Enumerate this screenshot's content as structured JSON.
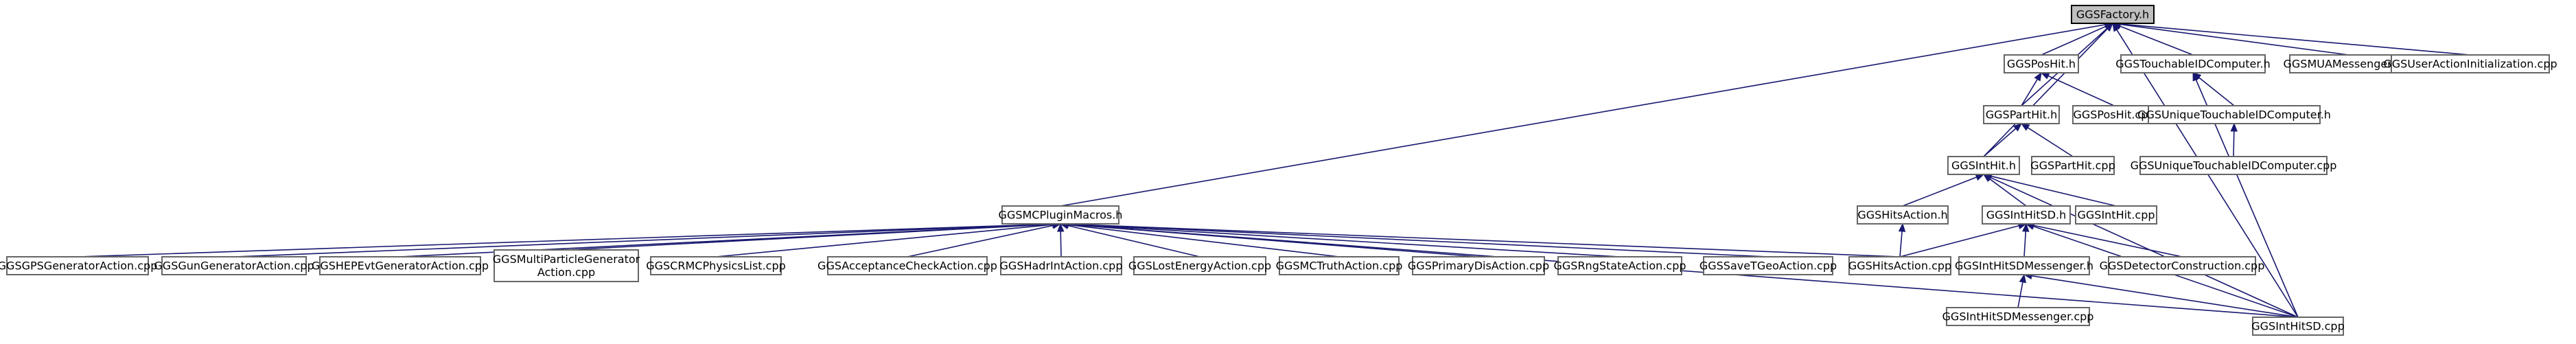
{
  "diagram": {
    "nodes": [
      {
        "id": "factory",
        "lines": [
          "GGSFactory.h"
        ],
        "root": true
      },
      {
        "id": "poshit_h",
        "lines": [
          "GGSPosHit.h"
        ]
      },
      {
        "id": "touchable_h",
        "lines": [
          "GGSTouchableIDComputer.h"
        ]
      },
      {
        "id": "mua",
        "lines": [
          "GGSMUAMessenger.cpp"
        ]
      },
      {
        "id": "userinit",
        "lines": [
          "GGSUserActionInitialization.cpp"
        ]
      },
      {
        "id": "parthit_h",
        "lines": [
          "GGSPartHit.h"
        ]
      },
      {
        "id": "poshit_cpp",
        "lines": [
          "GGSPosHit.cpp"
        ]
      },
      {
        "id": "uniq_h",
        "lines": [
          "GGSUniqueTouchableIDComputer.h"
        ]
      },
      {
        "id": "inthit_h",
        "lines": [
          "GGSIntHit.h"
        ]
      },
      {
        "id": "parthit_cpp",
        "lines": [
          "GGSPartHit.cpp"
        ]
      },
      {
        "id": "uniq_cpp",
        "lines": [
          "GGSUniqueTouchableIDComputer.cpp"
        ]
      },
      {
        "id": "mcplugin",
        "lines": [
          "GGSMCPluginMacros.h"
        ]
      },
      {
        "id": "hitsaction_h",
        "lines": [
          "GGSHitsAction.h"
        ]
      },
      {
        "id": "inthitsd_h",
        "lines": [
          "GGSIntHitSD.h"
        ]
      },
      {
        "id": "inthit_cpp",
        "lines": [
          "GGSIntHit.cpp"
        ]
      },
      {
        "id": "gps",
        "lines": [
          "GGSGPSGeneratorAction.cpp"
        ]
      },
      {
        "id": "gun",
        "lines": [
          "GGSGunGeneratorAction.cpp"
        ]
      },
      {
        "id": "hepevt",
        "lines": [
          "GGSHEPEvtGeneratorAction.cpp"
        ]
      },
      {
        "id": "multi",
        "lines": [
          "GGSMultiParticleGenerator",
          "Action.cpp"
        ]
      },
      {
        "id": "physlist",
        "lines": [
          "GGSCRMCPhysicsList.cpp"
        ]
      },
      {
        "id": "acccheck",
        "lines": [
          "GGSAcceptanceCheckAction.cpp"
        ]
      },
      {
        "id": "hadrint",
        "lines": [
          "GGSHadrIntAction.cpp"
        ]
      },
      {
        "id": "lostenergy",
        "lines": [
          "GGSLostEnergyAction.cpp"
        ]
      },
      {
        "id": "mctruth",
        "lines": [
          "GGSMCTruthAction.cpp"
        ]
      },
      {
        "id": "primdis",
        "lines": [
          "GGSPrimaryDisAction.cpp"
        ]
      },
      {
        "id": "rngstate",
        "lines": [
          "GGSRngStateAction.cpp"
        ]
      },
      {
        "id": "savetgeo",
        "lines": [
          "GGSSaveTGeoAction.cpp"
        ]
      },
      {
        "id": "hitsaction_cpp",
        "lines": [
          "GGSHitsAction.cpp"
        ]
      },
      {
        "id": "sdmessenger_h",
        "lines": [
          "GGSIntHitSDMessenger.h"
        ]
      },
      {
        "id": "detconst",
        "lines": [
          "GGSDetectorConstruction.cpp"
        ]
      },
      {
        "id": "sdmessenger_cpp",
        "lines": [
          "GGSIntHitSDMessenger.cpp"
        ]
      },
      {
        "id": "inthitsd_cpp",
        "lines": [
          "GGSIntHitSD.cpp"
        ]
      }
    ],
    "edges": [
      [
        "poshit_h",
        "factory"
      ],
      [
        "touchable_h",
        "factory"
      ],
      [
        "mua",
        "factory"
      ],
      [
        "userinit",
        "factory"
      ],
      [
        "parthit_h",
        "factory"
      ],
      [
        "inthit_h",
        "factory"
      ],
      [
        "mcplugin",
        "factory"
      ],
      [
        "inthitsd_cpp",
        "factory"
      ],
      [
        "parthit_h",
        "poshit_h"
      ],
      [
        "poshit_cpp",
        "poshit_h"
      ],
      [
        "uniq_h",
        "touchable_h"
      ],
      [
        "inthitsd_cpp",
        "touchable_h"
      ],
      [
        "inthit_h",
        "parthit_h"
      ],
      [
        "parthit_cpp",
        "parthit_h"
      ],
      [
        "uniq_cpp",
        "uniq_h"
      ],
      [
        "hitsaction_h",
        "inthit_h"
      ],
      [
        "inthitsd_h",
        "inthit_h"
      ],
      [
        "inthit_cpp",
        "inthit_h"
      ],
      [
        "inthitsd_cpp",
        "inthit_h"
      ],
      [
        "gps",
        "mcplugin"
      ],
      [
        "gun",
        "mcplugin"
      ],
      [
        "hepevt",
        "mcplugin"
      ],
      [
        "multi",
        "mcplugin"
      ],
      [
        "physlist",
        "mcplugin"
      ],
      [
        "acccheck",
        "mcplugin"
      ],
      [
        "hadrint",
        "mcplugin"
      ],
      [
        "lostenergy",
        "mcplugin"
      ],
      [
        "mctruth",
        "mcplugin"
      ],
      [
        "primdis",
        "mcplugin"
      ],
      [
        "rngstate",
        "mcplugin"
      ],
      [
        "savetgeo",
        "mcplugin"
      ],
      [
        "hitsaction_cpp",
        "mcplugin"
      ],
      [
        "inthitsd_cpp",
        "mcplugin"
      ],
      [
        "hitsaction_cpp",
        "hitsaction_h"
      ],
      [
        "hitsaction_cpp",
        "inthitsd_h"
      ],
      [
        "sdmessenger_h",
        "inthitsd_h"
      ],
      [
        "detconst",
        "inthitsd_h"
      ],
      [
        "inthitsd_cpp",
        "inthitsd_h"
      ],
      [
        "sdmessenger_cpp",
        "sdmessenger_h"
      ],
      [
        "inthitsd_cpp",
        "sdmessenger_h"
      ]
    ]
  }
}
